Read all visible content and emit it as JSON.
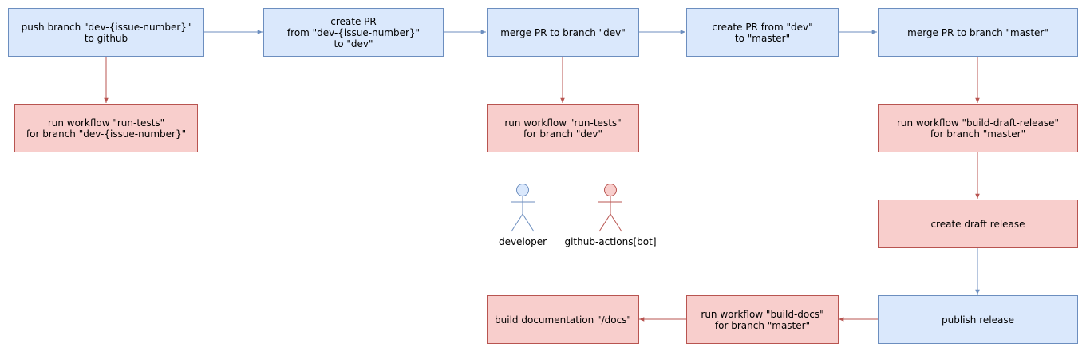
{
  "nodes": {
    "push_branch": {
      "lines": [
        "push branch \"dev-{issue-number}\"",
        "to github"
      ],
      "kind": "developer"
    },
    "create_pr": {
      "lines": [
        "create PR",
        "from \"dev-{issue-number}\"",
        "to \"dev\""
      ],
      "kind": "developer"
    },
    "merge_dev": {
      "lines": [
        "merge PR to branch \"dev\""
      ],
      "kind": "developer"
    },
    "create_pr_master": {
      "lines": [
        "create PR from \"dev\"",
        "to \"master\""
      ],
      "kind": "developer"
    },
    "merge_master": {
      "lines": [
        "merge PR to branch \"master\""
      ],
      "kind": "developer"
    },
    "run_tests_issue": {
      "lines": [
        "run workflow \"run-tests\"",
        "for branch \"dev-{issue-number}\""
      ],
      "kind": "bot"
    },
    "run_tests_dev": {
      "lines": [
        "run workflow \"run-tests\"",
        "for branch \"dev\""
      ],
      "kind": "bot"
    },
    "build_draft_release": {
      "lines": [
        "run workflow \"build-draft-release\"",
        "for branch \"master\""
      ],
      "kind": "bot"
    },
    "create_draft_release": {
      "lines": [
        "create draft release"
      ],
      "kind": "bot"
    },
    "publish_release": {
      "lines": [
        "publish release"
      ],
      "kind": "developer"
    },
    "build_docs_workflow": {
      "lines": [
        "run workflow \"build-docs\"",
        "for branch \"master\""
      ],
      "kind": "bot"
    },
    "build_documentation": {
      "lines": [
        "build documentation \"/docs\""
      ],
      "kind": "bot"
    }
  },
  "legend": {
    "developer": "developer",
    "bot": "github-actions[bot]"
  },
  "edges": [
    {
      "from": "push_branch",
      "to": "create_pr",
      "kind": "developer"
    },
    {
      "from": "create_pr",
      "to": "merge_dev",
      "kind": "developer"
    },
    {
      "from": "merge_dev",
      "to": "create_pr_master",
      "kind": "developer"
    },
    {
      "from": "create_pr_master",
      "to": "merge_master",
      "kind": "developer"
    },
    {
      "from": "push_branch",
      "to": "run_tests_issue",
      "kind": "bot"
    },
    {
      "from": "merge_dev",
      "to": "run_tests_dev",
      "kind": "bot"
    },
    {
      "from": "merge_master",
      "to": "build_draft_release",
      "kind": "bot"
    },
    {
      "from": "build_draft_release",
      "to": "create_draft_release",
      "kind": "bot"
    },
    {
      "from": "create_draft_release",
      "to": "publish_release",
      "kind": "developer"
    },
    {
      "from": "publish_release",
      "to": "build_docs_workflow",
      "kind": "bot"
    },
    {
      "from": "build_docs_workflow",
      "to": "build_documentation",
      "kind": "bot"
    }
  ],
  "colors": {
    "developer_fill": "#dae8fc",
    "developer_stroke": "#6c8ebf",
    "bot_fill": "#f8cecc",
    "bot_stroke": "#b85450"
  }
}
